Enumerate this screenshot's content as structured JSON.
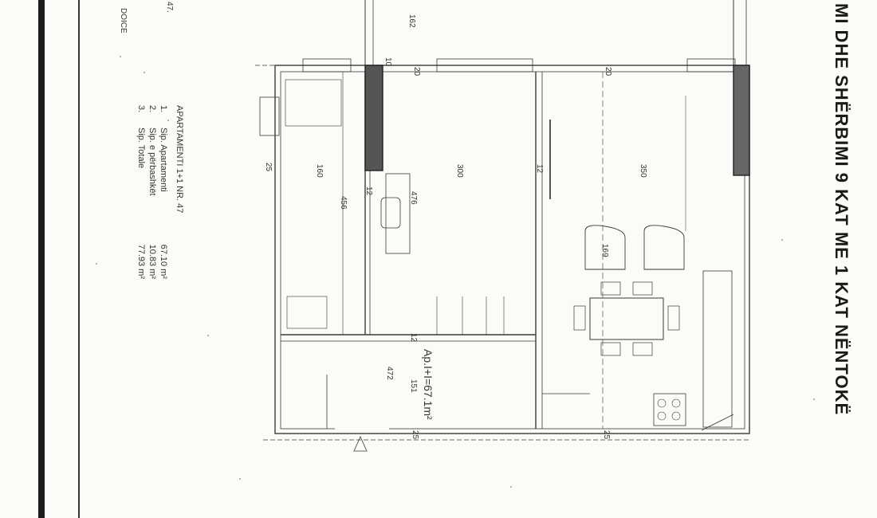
{
  "header": {
    "title": "MI DHE SHËRBIMI 9 KAT ME 1 KAT NËNTOKË",
    "edge_top_text": "47.",
    "edge_left_text": "DOICE"
  },
  "legend": {
    "heading": "APARTAMENTI 1+1  NR. 47",
    "rows": [
      {
        "num": "1.",
        "label": "Sip. Apartamenti",
        "value": "67.10  m²"
      },
      {
        "num": "2.",
        "label": "Sip. e përbashkët",
        "value": "10.83  m²"
      },
      {
        "num": "3.",
        "label": "Sip. Totale",
        "value": "77.93  m²"
      }
    ]
  },
  "plan": {
    "apartment_label": "Ap.I+I=67.1m²",
    "dims": {
      "d162": "162",
      "d10": "10",
      "d20a": "20",
      "d20b": "20",
      "d160": "160",
      "d300": "300",
      "d350": "350",
      "d25a": "25",
      "d12a": "12",
      "d12b": "12",
      "d12c": "12",
      "d456": "456",
      "d476": "476",
      "d169": "169",
      "d472": "472",
      "d151": "151",
      "d25b": "25",
      "d25c": "25"
    }
  }
}
